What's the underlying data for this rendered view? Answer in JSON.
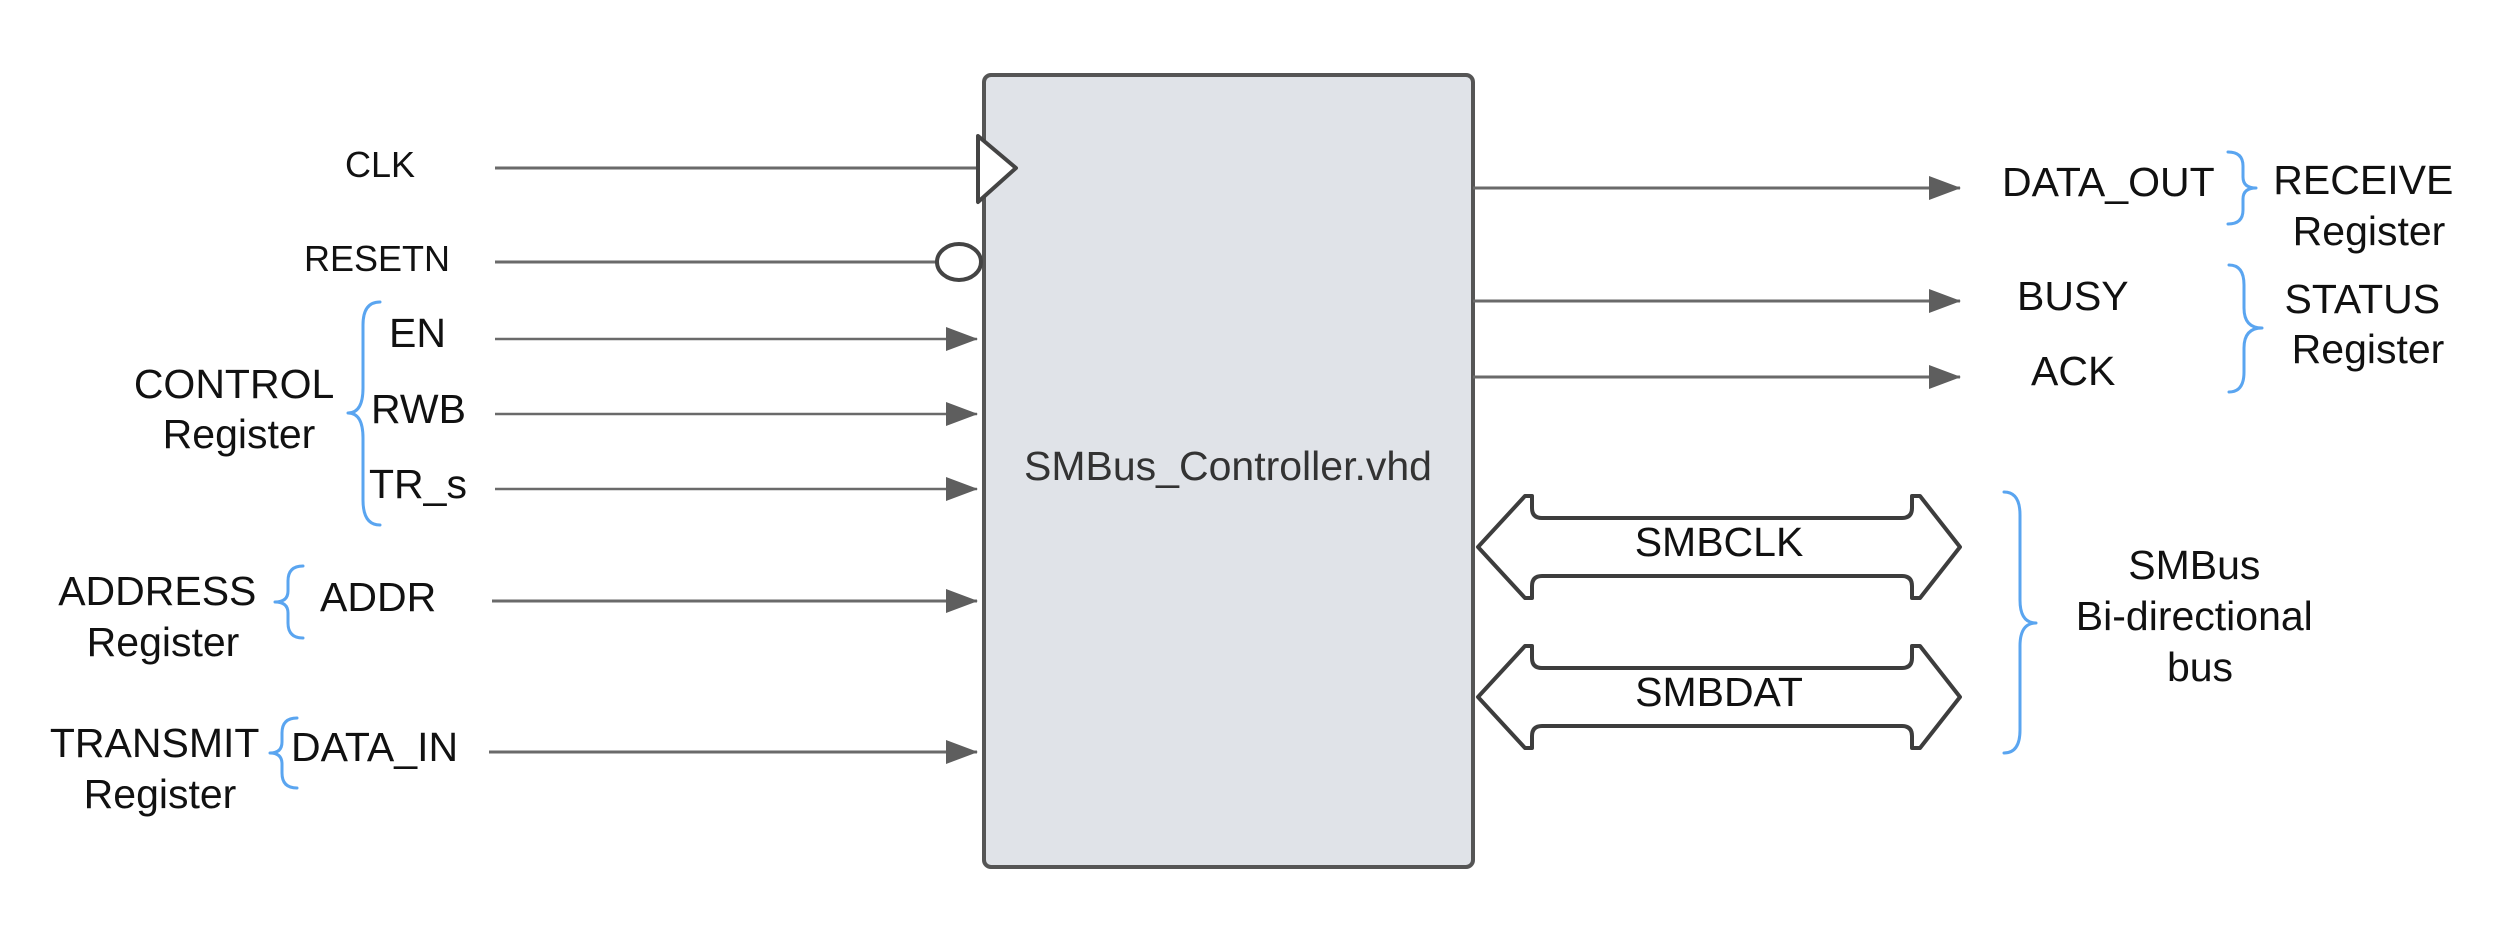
{
  "block": {
    "title": "SMBus_Controller.vhd",
    "fill": "#e0e3e8",
    "stroke": "#555555"
  },
  "inputs": {
    "clk": "CLK",
    "resetn": "RESETN",
    "en": "EN",
    "rwb": "RWB",
    "tr_s": "TR_s",
    "addr": "ADDR",
    "data_in": "DATA_IN"
  },
  "input_groups": {
    "control": [
      "CONTROL",
      "Register"
    ],
    "address": [
      "ADDRESS",
      "Register"
    ],
    "transmit": [
      "TRANSMIT",
      "Register"
    ]
  },
  "outputs": {
    "data_out": "DATA_OUT",
    "busy": "BUSY",
    "ack": "ACK"
  },
  "output_groups": {
    "receive": [
      "RECEIVE",
      "Register"
    ],
    "status": [
      "STATUS",
      "Register"
    ]
  },
  "buses": {
    "smbclk": "SMBCLK",
    "smbdat": "SMBDAT",
    "group": [
      "SMBus",
      "Bi-directional",
      "bus"
    ]
  },
  "colors": {
    "brace": "#5aa5f0",
    "wire": "#6a6a6a",
    "text": "#111111"
  }
}
